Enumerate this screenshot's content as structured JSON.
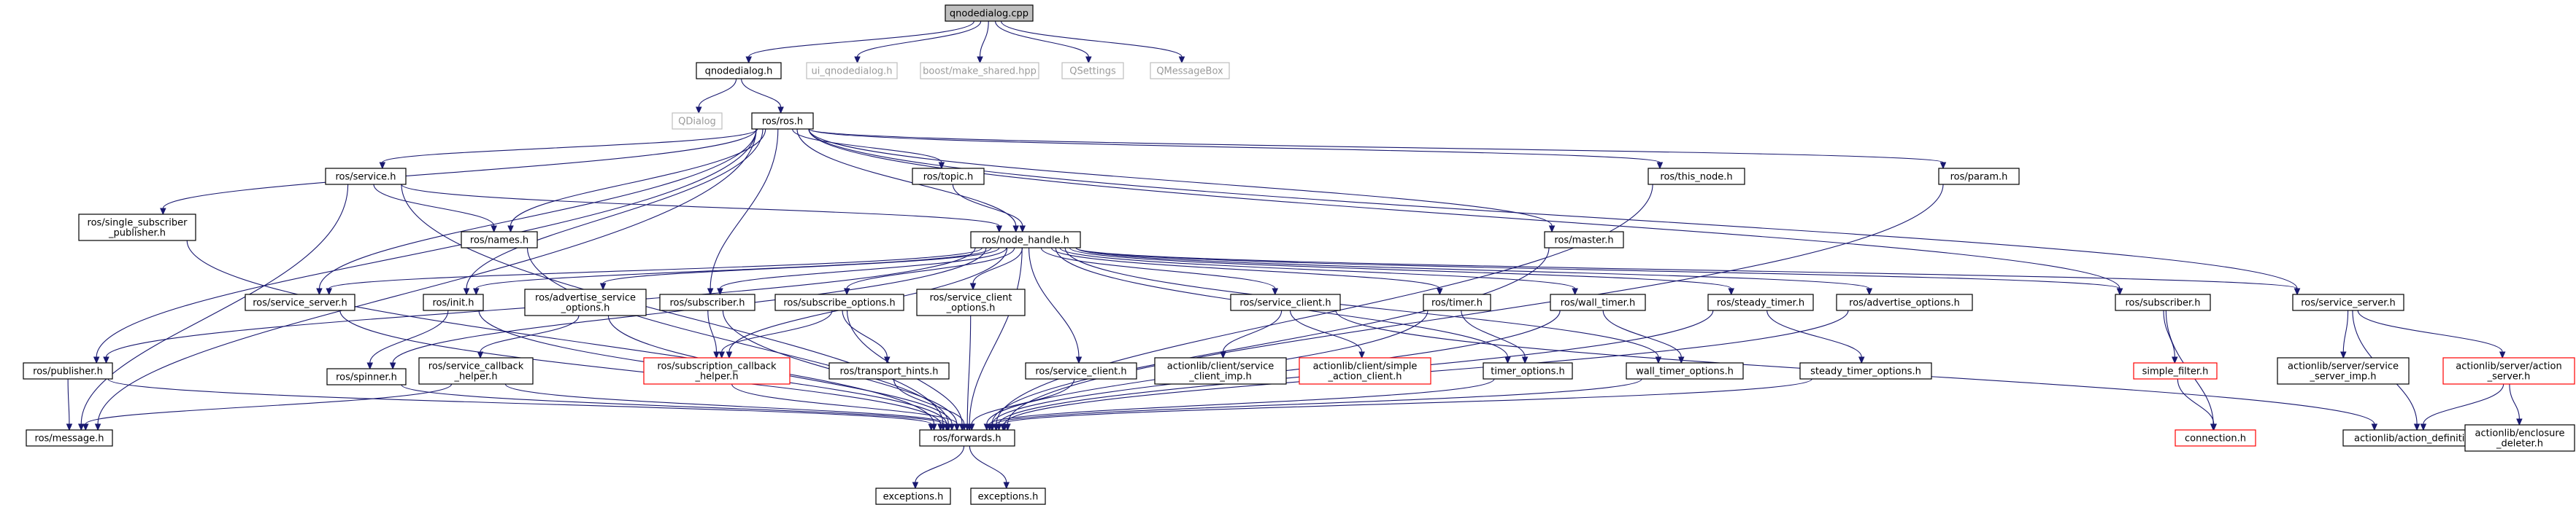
{
  "colors": {
    "edge": "#191970",
    "root_fill": "#bfbfbf",
    "root_border": "#000000",
    "node_border": "#000000",
    "external_border": "#bfbfbf",
    "external_text": "#9a9a9a",
    "missing_border": "#ff0000",
    "text": "#000000",
    "background": "#ffffff"
  },
  "nodes": [
    {
      "id": "qnodedialog_cpp",
      "kind": "root",
      "lines": [
        "qnodedialog.cpp"
      ]
    },
    {
      "id": "qnodedialog_h",
      "kind": "normal",
      "lines": [
        "qnodedialog.h"
      ]
    },
    {
      "id": "ui_qnodedialog_h",
      "kind": "external",
      "lines": [
        "ui_qnodedialog.h"
      ]
    },
    {
      "id": "boost_make_shared",
      "kind": "external",
      "lines": [
        "boost/make_shared.hpp"
      ]
    },
    {
      "id": "qsettings",
      "kind": "external",
      "lines": [
        "QSettings"
      ]
    },
    {
      "id": "qmessagebox",
      "kind": "external",
      "lines": [
        "QMessageBox"
      ]
    },
    {
      "id": "qdialog",
      "kind": "external",
      "lines": [
        "QDialog"
      ]
    },
    {
      "id": "ros_ros_h",
      "kind": "normal",
      "lines": [
        "ros/ros.h"
      ]
    },
    {
      "id": "ros_service_h",
      "kind": "normal",
      "lines": [
        "ros/service.h"
      ]
    },
    {
      "id": "ros_topic_h",
      "kind": "normal",
      "lines": [
        "ros/topic.h"
      ]
    },
    {
      "id": "ros_this_node_h",
      "kind": "normal",
      "lines": [
        "ros/this_node.h"
      ]
    },
    {
      "id": "ros_param_h",
      "kind": "normal",
      "lines": [
        "ros/param.h"
      ]
    },
    {
      "id": "ros_single_sub_pub",
      "kind": "normal",
      "lines": [
        "ros/single_subscriber",
        "_publisher.h"
      ]
    },
    {
      "id": "ros_names_h",
      "kind": "normal",
      "lines": [
        "ros/names.h"
      ]
    },
    {
      "id": "ros_node_handle_h",
      "kind": "normal",
      "lines": [
        "ros/node_handle.h"
      ]
    },
    {
      "id": "ros_master_h",
      "kind": "normal",
      "lines": [
        "ros/master.h"
      ]
    },
    {
      "id": "ros_service_server_h_l",
      "kind": "normal",
      "lines": [
        "ros/service_server.h"
      ]
    },
    {
      "id": "ros_init_h",
      "kind": "normal",
      "lines": [
        "ros/init.h"
      ]
    },
    {
      "id": "ros_advertise_service_options",
      "kind": "normal",
      "lines": [
        "ros/advertise_service",
        "_options.h"
      ]
    },
    {
      "id": "ros_subscriber_h_l",
      "kind": "normal",
      "lines": [
        "ros/subscriber.h"
      ]
    },
    {
      "id": "ros_subscribe_options",
      "kind": "normal",
      "lines": [
        "ros/subscribe_options.h"
      ]
    },
    {
      "id": "ros_service_client_options",
      "kind": "normal",
      "lines": [
        "ros/service_client",
        "_options.h"
      ]
    },
    {
      "id": "ros_service_client_h_r",
      "kind": "normal",
      "lines": [
        "ros/service_client.h"
      ]
    },
    {
      "id": "ros_timer_h",
      "kind": "normal",
      "lines": [
        "ros/timer.h"
      ]
    },
    {
      "id": "ros_wall_timer_h",
      "kind": "normal",
      "lines": [
        "ros/wall_timer.h"
      ]
    },
    {
      "id": "ros_steady_timer_h",
      "kind": "normal",
      "lines": [
        "ros/steady_timer.h"
      ]
    },
    {
      "id": "ros_advertise_options",
      "kind": "normal",
      "lines": [
        "ros/advertise_options.h"
      ]
    },
    {
      "id": "ros_subscriber_h_r",
      "kind": "normal",
      "lines": [
        "ros/subscriber.h"
      ]
    },
    {
      "id": "ros_service_server_h_r",
      "kind": "normal",
      "lines": [
        "ros/service_server.h"
      ]
    },
    {
      "id": "ros_publisher_h",
      "kind": "normal",
      "lines": [
        "ros/publisher.h"
      ]
    },
    {
      "id": "ros_spinner_h",
      "kind": "normal",
      "lines": [
        "ros/spinner.h"
      ]
    },
    {
      "id": "ros_service_callback_helper",
      "kind": "normal",
      "lines": [
        "ros/service_callback",
        "_helper.h"
      ]
    },
    {
      "id": "ros_subscription_callback_helper",
      "kind": "missing",
      "lines": [
        "ros/subscription_callback",
        "_helper.h"
      ]
    },
    {
      "id": "ros_transport_hints",
      "kind": "normal",
      "lines": [
        "ros/transport_hints.h"
      ]
    },
    {
      "id": "ros_service_client_h_l",
      "kind": "normal",
      "lines": [
        "ros/service_client.h"
      ]
    },
    {
      "id": "al_client_service_client_imp",
      "kind": "normal",
      "lines": [
        "actionlib/client/service",
        "_client_imp.h"
      ]
    },
    {
      "id": "al_client_simple_action_client",
      "kind": "missing",
      "lines": [
        "actionlib/client/simple",
        "_action_client.h"
      ]
    },
    {
      "id": "ros_timer_options",
      "kind": "normal",
      "lines": [
        "timer_options.h"
      ]
    },
    {
      "id": "ros_wall_timer_options",
      "kind": "normal",
      "lines": [
        "wall_timer_options.h"
      ]
    },
    {
      "id": "ros_steady_timer_options",
      "kind": "normal",
      "lines": [
        "steady_timer_options.h"
      ]
    },
    {
      "id": "simple_filter_h",
      "kind": "missing",
      "lines": [
        "simple_filter.h"
      ]
    },
    {
      "id": "al_server_service_server_imp",
      "kind": "normal",
      "lines": [
        "actionlib/server/service",
        "_server_imp.h"
      ]
    },
    {
      "id": "al_server_action_server",
      "kind": "missing",
      "lines": [
        "actionlib/server/action",
        "_server.h"
      ]
    },
    {
      "id": "ros_message_h",
      "kind": "normal",
      "lines": [
        "ros/message.h"
      ]
    },
    {
      "id": "ros_forwards_h",
      "kind": "normal",
      "lines": [
        "ros/forwards.h"
      ]
    },
    {
      "id": "connection_h",
      "kind": "missing",
      "lines": [
        "connection.h"
      ]
    },
    {
      "id": "al_action_definition",
      "kind": "normal",
      "lines": [
        "actionlib/action_definition.h"
      ]
    },
    {
      "id": "al_enclosure_deleter",
      "kind": "normal",
      "lines": [
        "actionlib/enclosure",
        "_deleter.h"
      ]
    },
    {
      "id": "exceptions_h_l",
      "kind": "normal",
      "lines": [
        "exceptions.h"
      ]
    },
    {
      "id": "exceptions_h_r",
      "kind": "normal",
      "lines": [
        "exceptions.h"
      ]
    }
  ],
  "edges": [
    [
      "qnodedialog_cpp",
      "qnodedialog_h"
    ],
    [
      "qnodedialog_cpp",
      "ui_qnodedialog_h"
    ],
    [
      "qnodedialog_cpp",
      "boost_make_shared"
    ],
    [
      "qnodedialog_cpp",
      "qsettings"
    ],
    [
      "qnodedialog_cpp",
      "qmessagebox"
    ],
    [
      "qnodedialog_h",
      "qdialog"
    ],
    [
      "qnodedialog_h",
      "ros_ros_h"
    ],
    [
      "ros_ros_h",
      "ros_service_h"
    ],
    [
      "ros_ros_h",
      "ros_topic_h"
    ],
    [
      "ros_ros_h",
      "ros_this_node_h"
    ],
    [
      "ros_ros_h",
      "ros_param_h"
    ],
    [
      "ros_ros_h",
      "ros_single_sub_pub"
    ],
    [
      "ros_ros_h",
      "ros_names_h"
    ],
    [
      "ros_ros_h",
      "ros_node_handle_h"
    ],
    [
      "ros_ros_h",
      "ros_master_h"
    ],
    [
      "ros_ros_h",
      "ros_service_server_h_l"
    ],
    [
      "ros_ros_h",
      "ros_init_h"
    ],
    [
      "ros_ros_h",
      "ros_subscriber_h_l"
    ],
    [
      "ros_ros_h",
      "ros_subscriber_h_r"
    ],
    [
      "ros_ros_h",
      "ros_service_server_h_r"
    ],
    [
      "ros_ros_h",
      "ros_publisher_h"
    ],
    [
      "ros_ros_h",
      "ros_message_h"
    ],
    [
      "ros_service_h",
      "ros_names_h"
    ],
    [
      "ros_service_h",
      "ros_node_handle_h"
    ],
    [
      "ros_service_h",
      "ros_forwards_h"
    ],
    [
      "ros_service_h",
      "ros_message_h"
    ],
    [
      "ros_topic_h",
      "ros_node_handle_h"
    ],
    [
      "ros_this_node_h",
      "ros_forwards_h"
    ],
    [
      "ros_param_h",
      "ros_forwards_h"
    ],
    [
      "ros_single_sub_pub",
      "ros_forwards_h"
    ],
    [
      "ros_names_h",
      "ros_forwards_h"
    ],
    [
      "ros_master_h",
      "ros_forwards_h"
    ],
    [
      "ros_node_handle_h",
      "ros_forwards_h"
    ],
    [
      "ros_node_handle_h",
      "ros_publisher_h"
    ],
    [
      "ros_node_handle_h",
      "ros_service_server_h_l"
    ],
    [
      "ros_node_handle_h",
      "ros_init_h"
    ],
    [
      "ros_node_handle_h",
      "ros_spinner_h"
    ],
    [
      "ros_node_handle_h",
      "ros_advertise_service_options"
    ],
    [
      "ros_node_handle_h",
      "ros_subscriber_h_l"
    ],
    [
      "ros_node_handle_h",
      "ros_subscribe_options"
    ],
    [
      "ros_node_handle_h",
      "ros_subscription_callback_helper"
    ],
    [
      "ros_node_handle_h",
      "ros_service_client_options"
    ],
    [
      "ros_node_handle_h",
      "ros_service_client_h_l"
    ],
    [
      "ros_node_handle_h",
      "ros_service_client_h_r"
    ],
    [
      "ros_node_handle_h",
      "ros_timer_h"
    ],
    [
      "ros_node_handle_h",
      "ros_timer_options"
    ],
    [
      "ros_node_handle_h",
      "ros_wall_timer_h"
    ],
    [
      "ros_node_handle_h",
      "ros_wall_timer_options"
    ],
    [
      "ros_node_handle_h",
      "ros_steady_timer_h"
    ],
    [
      "ros_node_handle_h",
      "ros_advertise_options"
    ],
    [
      "ros_node_handle_h",
      "ros_subscriber_h_r"
    ],
    [
      "ros_node_handle_h",
      "ros_service_server_h_r"
    ],
    [
      "ros_service_server_h_l",
      "ros_forwards_h"
    ],
    [
      "ros_init_h",
      "ros_forwards_h"
    ],
    [
      "ros_init_h",
      "ros_spinner_h"
    ],
    [
      "ros_advertise_service_options",
      "ros_service_callback_helper"
    ],
    [
      "ros_advertise_service_options",
      "ros_forwards_h"
    ],
    [
      "ros_subscriber_h_l",
      "ros_subscription_callback_helper"
    ],
    [
      "ros_subscriber_h_l",
      "ros_forwards_h"
    ],
    [
      "ros_subscribe_options",
      "ros_subscription_callback_helper"
    ],
    [
      "ros_subscribe_options",
      "ros_transport_hints"
    ],
    [
      "ros_subscribe_options",
      "ros_forwards_h"
    ],
    [
      "ros_service_client_options",
      "ros_forwards_h"
    ],
    [
      "ros_service_client_h_r",
      "al_client_service_client_imp"
    ],
    [
      "ros_service_client_h_r",
      "al_client_simple_action_client"
    ],
    [
      "ros_service_client_h_r",
      "al_action_definition"
    ],
    [
      "ros_timer_h",
      "ros_timer_options"
    ],
    [
      "ros_timer_h",
      "ros_forwards_h"
    ],
    [
      "ros_wall_timer_h",
      "ros_wall_timer_options"
    ],
    [
      "ros_wall_timer_h",
      "ros_forwards_h"
    ],
    [
      "ros_steady_timer_h",
      "ros_steady_timer_options"
    ],
    [
      "ros_steady_timer_h",
      "ros_forwards_h"
    ],
    [
      "ros_advertise_options",
      "ros_forwards_h"
    ],
    [
      "ros_subscriber_h_r",
      "simple_filter_h"
    ],
    [
      "ros_subscriber_h_r",
      "connection_h"
    ],
    [
      "ros_service_server_h_r",
      "al_server_service_server_imp"
    ],
    [
      "ros_service_server_h_r",
      "al_server_action_server"
    ],
    [
      "ros_service_server_h_r",
      "al_action_definition"
    ],
    [
      "ros_publisher_h",
      "ros_message_h"
    ],
    [
      "ros_publisher_h",
      "ros_forwards_h"
    ],
    [
      "ros_spinner_h",
      "ros_forwards_h"
    ],
    [
      "ros_service_callback_helper",
      "ros_message_h"
    ],
    [
      "ros_service_callback_helper",
      "ros_forwards_h"
    ],
    [
      "ros_subscription_callback_helper",
      "ros_forwards_h"
    ],
    [
      "ros_transport_hints",
      "ros_forwards_h"
    ],
    [
      "ros_service_client_h_l",
      "ros_forwards_h"
    ],
    [
      "ros_timer_options",
      "ros_forwards_h"
    ],
    [
      "ros_wall_timer_options",
      "ros_forwards_h"
    ],
    [
      "ros_steady_timer_options",
      "ros_forwards_h"
    ],
    [
      "simple_filter_h",
      "connection_h"
    ],
    [
      "al_server_action_server",
      "al_action_definition"
    ],
    [
      "al_server_action_server",
      "al_enclosure_deleter"
    ],
    [
      "ros_forwards_h",
      "exceptions_h_l"
    ],
    [
      "ros_forwards_h",
      "exceptions_h_r"
    ]
  ]
}
